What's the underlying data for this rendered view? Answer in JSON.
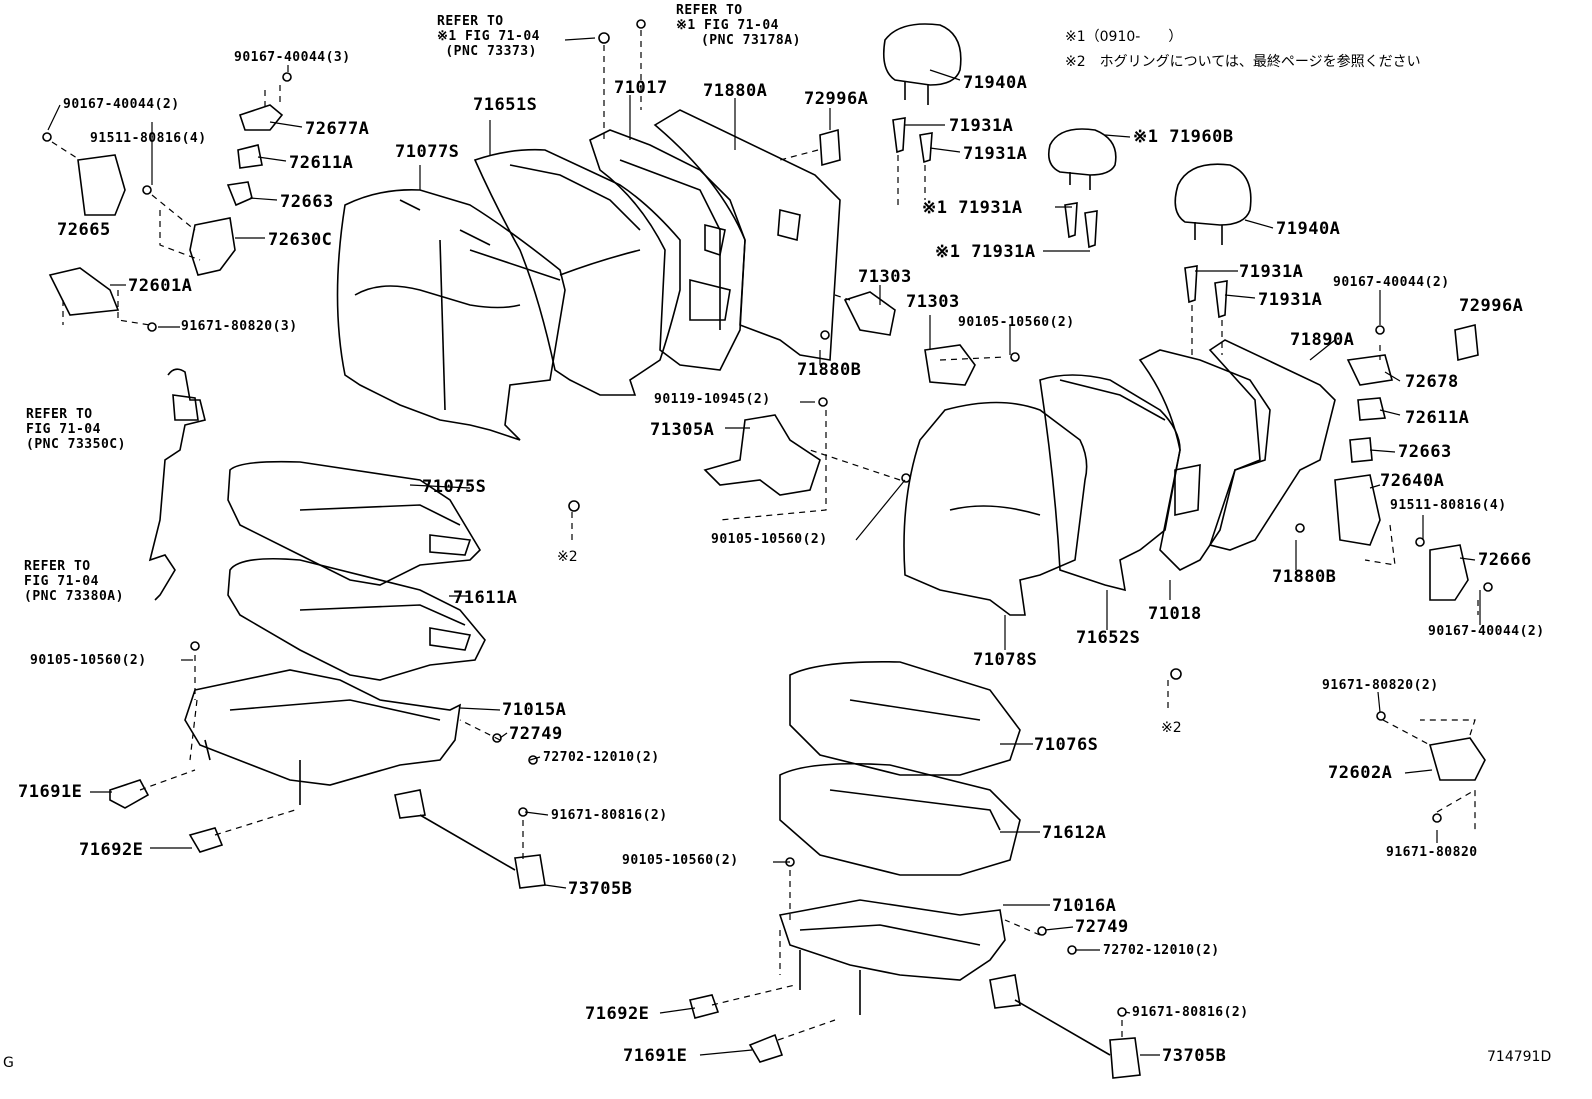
{
  "diagram_code": "714791D",
  "corner_letter": "G",
  "notes": {
    "n1": "※1（0910-　　）",
    "n2": "※2　ホグリングについては、最終ページを参照ください",
    "mark1": "※2",
    "mark2": "※2"
  },
  "refs": {
    "r1": "REFER TO\n※1 FIG 71-04\n (PNC 73373)",
    "r2": "REFER TO\n※1 FIG 71-04\n   (PNC 73178A)",
    "r3": "REFER TO\nFIG 71-04\n(PNC 73350C)",
    "r4": "REFER TO\nFIG 71-04\n(PNC 73380A)"
  },
  "labels": {
    "p90167a": "90167-40044(3)",
    "p90167b": "90167-40044(2)",
    "p91511a": "91511-80816(4)",
    "p72677A": "72677A",
    "p72611Aa": "72611A",
    "p72663a": "72663",
    "p72665": "72665",
    "p72630C": "72630C",
    "p72601A": "72601A",
    "p91671a": "91671-80820(3)",
    "p71077S": "71077S",
    "p71651S": "71651S",
    "p71017": "71017",
    "p71880A": "71880A",
    "p72996Aa": "72996A",
    "p71940Aa": "71940A",
    "p71931Aa": "71931A",
    "p71931Ab": "71931A",
    "p71960B": "※1 71960B",
    "p71931Ac": "※1 71931A",
    "p71931Ad": "※1 71931A",
    "p71940Ab": "71940A",
    "p71931Ae": "71931A",
    "p71931Af": "71931A",
    "p90167c": "90167-40044(2)",
    "p72996Ab": "72996A",
    "p71890A": "71890A",
    "p72678": "72678",
    "p72611Ab": "72611A",
    "p72663b": "72663",
    "p72640A": "72640A",
    "p91511b": "91511-80816(4)",
    "p72666": "72666",
    "p90167d": "90167-40044(2)",
    "p71303a": "71303",
    "p71303b": "71303",
    "p90105a": "90105-10560(2)",
    "p71880Ba": "71880B",
    "p90119": "90119-10945(2)",
    "p71305A": "71305A",
    "p90105b": "90105-10560(2)",
    "p71880Bb": "71880B",
    "p71018": "71018",
    "p71652S": "71652S",
    "p71078S": "71078S",
    "p71075S": "71075S",
    "p71611A": "71611A",
    "p90105c": "90105-10560(2)",
    "p71015A": "71015A",
    "p72749a": "72749",
    "p72702a": "72702-12010(2)",
    "p71691Ea": "71691E",
    "p91671b": "91671-80816(2)",
    "p71692Ea": "71692E",
    "p73705Ba": "73705B",
    "p71076S": "71076S",
    "p71612A": "71612A",
    "p90105d": "90105-10560(2)",
    "p71016A": "71016A",
    "p72749b": "72749",
    "p72702b": "72702-12010(2)",
    "p71692Eb": "71692E",
    "p91671c": "91671-80816(2)",
    "p71691Eb": "71691E",
    "p73705Bb": "73705B",
    "p91671d": "91671-80820(2)",
    "p72602A": "72602A",
    "p91671e": "91671-80820"
  }
}
